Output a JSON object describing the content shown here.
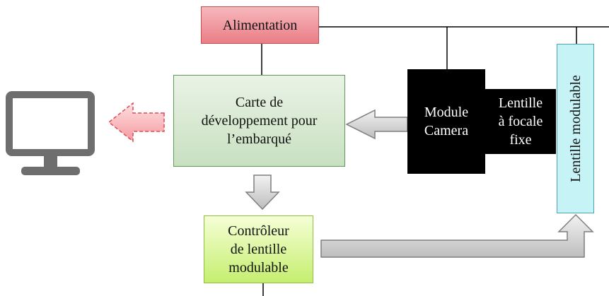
{
  "diagram": {
    "nodes": {
      "alimentation": "Alimentation",
      "carte_line1": "Carte de",
      "carte_line2": "développement pour",
      "carte_line3": "l’embarqué",
      "module_line1": "Module",
      "module_line2": "Camera",
      "lentille_fixe_line1": "Lentille",
      "lentille_fixe_line2": "à focale",
      "lentille_fixe_line3": "fixe",
      "lentille_modulable": "Lentille modulable",
      "controleur_line1": "Contrôleur",
      "controleur_line2": "de lentille",
      "controleur_line3": "modulable"
    },
    "icons": {
      "display": "monitor-icon"
    },
    "colors": {
      "alimentation": "#ea7d86",
      "carte": "#c8e0c0",
      "camera": "#000000",
      "lentille_modulable": "#c6f3f6",
      "controleur": "#c5ee6f",
      "arrow_gray": "#cfcfcf",
      "arrow_red": "#f59aa0",
      "monitor": "#6e6e6e"
    }
  }
}
